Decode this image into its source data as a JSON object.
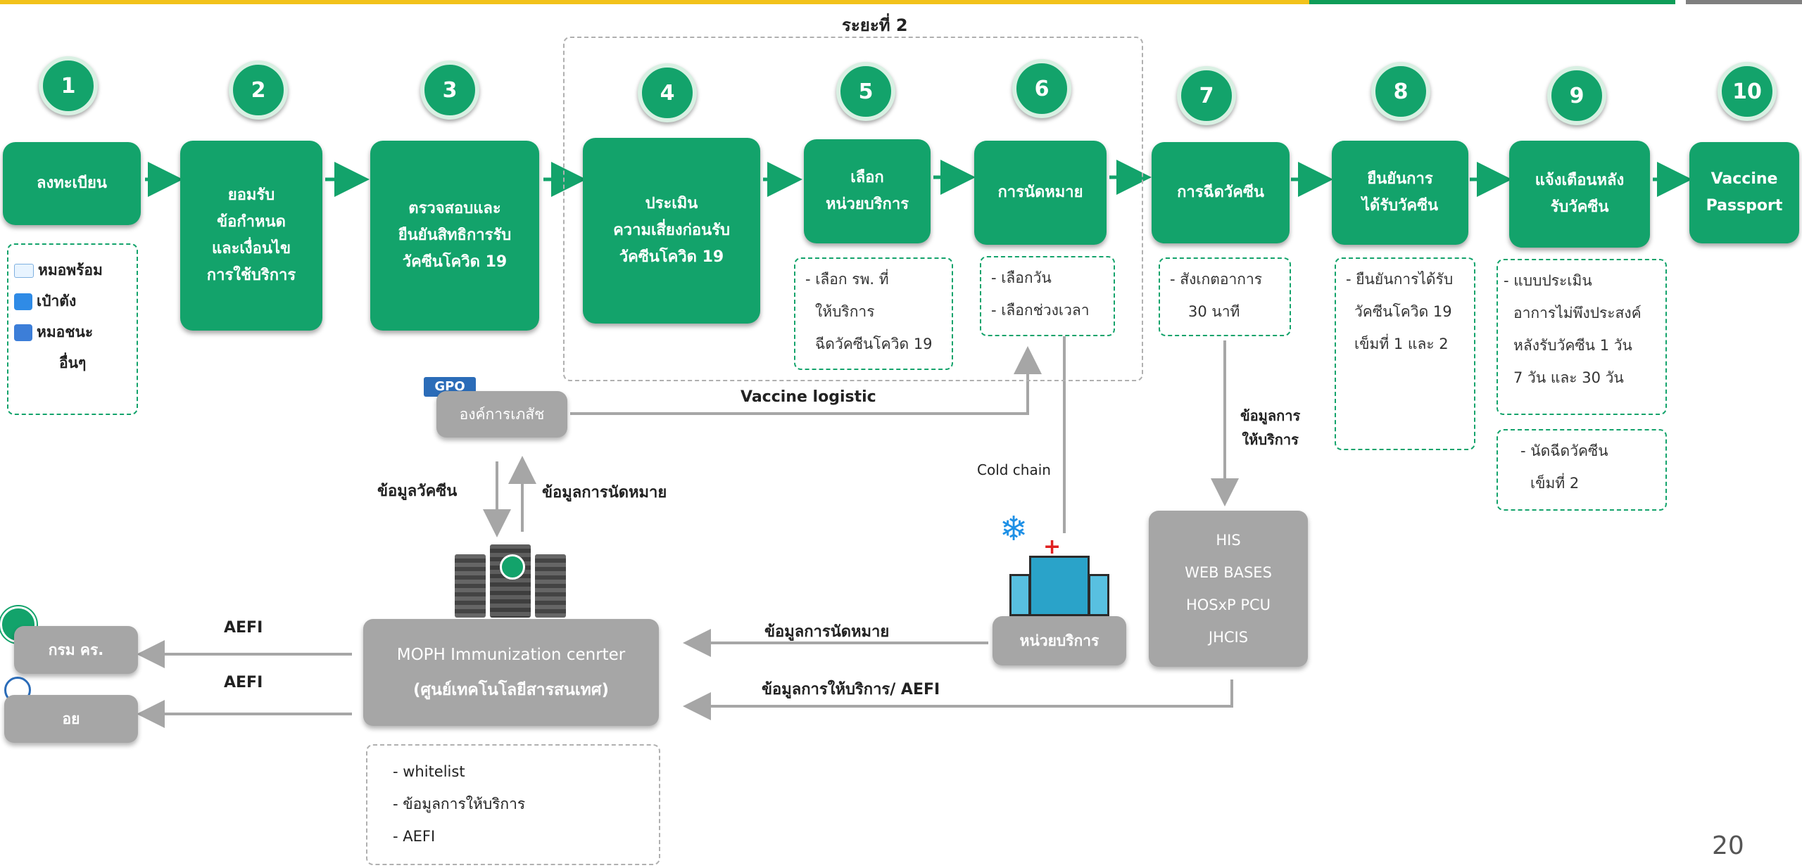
{
  "phase_label": "ระยะที่ 2",
  "steps": [
    {
      "num": "1",
      "lines": [
        "ลงทะเบียน"
      ]
    },
    {
      "num": "2",
      "lines": [
        "ยอมรับ",
        "ข้อกำหนด",
        "และเงื่อนไข",
        "การใช้บริการ"
      ]
    },
    {
      "num": "3",
      "lines": [
        "ตรวจสอบและ",
        "ยืนยันสิทธิการรับ",
        "วัคซีนโควิด 19"
      ]
    },
    {
      "num": "4",
      "lines": [
        "ประเมิน",
        "ความเสี่ยงก่อนรับ",
        "วัคซีนโควิด 19"
      ]
    },
    {
      "num": "5",
      "lines": [
        "เลือก",
        "หน่วยบริการ"
      ]
    },
    {
      "num": "6",
      "lines": [
        "การนัดหมาย"
      ]
    },
    {
      "num": "7",
      "lines": [
        "การฉีดวัคซีน"
      ]
    },
    {
      "num": "8",
      "lines": [
        "ยืนยันการ",
        "ได้รับวัคซีน"
      ]
    },
    {
      "num": "9",
      "lines": [
        "แจ้งเตือนหลัง",
        "รับวัคซีน"
      ]
    },
    {
      "num": "10",
      "lines": [
        "Vaccine",
        "Passport"
      ]
    }
  ],
  "channels": [
    "หมอพร้อม",
    "เป๋าตัง",
    "หมอชนะ",
    "อื่นๆ"
  ],
  "notes": {
    "n5": [
      "- เลือก รพ. ที่",
      "ให้บริการ",
      "ฉีดวัคซีนโควิด 19"
    ],
    "n6": [
      "- เลือกวัน",
      "- เลือกช่วงเวลา"
    ],
    "n7": [
      "- สังเกตอาการ",
      "30 นาที"
    ],
    "n8": [
      "- ยืนยันการได้รับ",
      "วัคซีนโควิด 19",
      "เข็มที่ 1 และ 2"
    ],
    "n9a": [
      "- แบบประเมิน",
      "อาการไม่พึงประสงค์",
      "หลังรับวัคซีน 1 วัน",
      "7 วัน และ 30 วัน"
    ],
    "n9b": [
      "- นัดฉีดวัคซีน",
      "เข็มที่ 2"
    ],
    "bottom": [
      "- whitelist",
      "- ข้อมูลการให้บริการ",
      "- AEFI"
    ]
  },
  "gpo": {
    "logo_text": "GPO",
    "label": "องค์การเภสัช"
  },
  "moph": {
    "lines": [
      "MOPH Immunization cenrter",
      "(ศูนย์เทคโนโลยีสารสนเทศ)"
    ]
  },
  "dept_ddc": "กรม คร.",
  "fda": "อย",
  "service_unit": "หน่วยบริการ",
  "his": [
    "HIS",
    "WEB BASES",
    "HOSxP PCU",
    "JHCIS"
  ],
  "labels": {
    "vaccine_logistic": "Vaccine logistic",
    "cold_chain": "Cold chain",
    "vaccine_data": "ข้อมูลวัคซีน",
    "appointment_data": "ข้อมูลการนัดหมาย",
    "appointment_data_2": "ข้อมูลการนัดหมาย",
    "service_aefi": "ข้อมูลการให้บริการ/ AEFI",
    "aefi_1": "AEFI",
    "aefi_2": "AEFI",
    "service_data": [
      "ข้อมูลการ",
      "ให้บริการ"
    ]
  },
  "page_number": "20",
  "colors": {
    "green": "#13a36b",
    "gray": "#a6a6a6",
    "yellow": "#f2c21b"
  }
}
